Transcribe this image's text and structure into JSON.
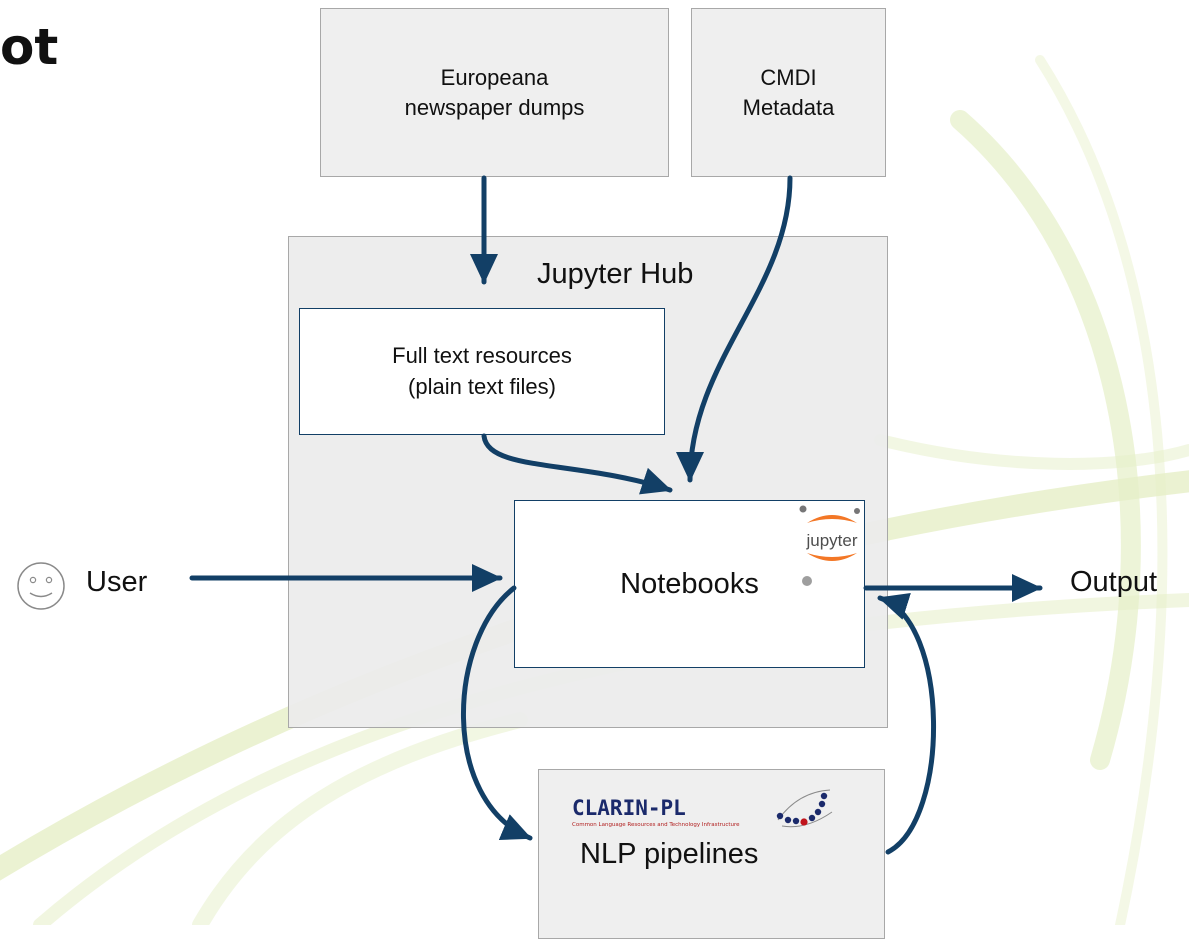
{
  "slide": {
    "title_fragment": "ot"
  },
  "sources": {
    "europeana": [
      "Europeana",
      "newspaper dumps"
    ],
    "cmdi": [
      "CMDI",
      "Metadata"
    ]
  },
  "hub": {
    "label": "Jupyter Hub",
    "fulltext": [
      "Full text resources",
      "(plain text files)"
    ],
    "notebooks": "Notebooks",
    "jupyter_logo_text": "jupyter"
  },
  "user": {
    "label": "User"
  },
  "output": {
    "label": "Output"
  },
  "nlp": {
    "label": "NLP pipelines",
    "logo_text": "CLARIN-PL",
    "logo_subtext": "Common Language Resources and Technology Infrastructure"
  },
  "colors": {
    "arrow": "#123f66",
    "box_fill": "#efefef",
    "box_border": "#a8a8a8",
    "background_arcs": "#e3edc2",
    "jupyter_orange": "#f37726"
  }
}
